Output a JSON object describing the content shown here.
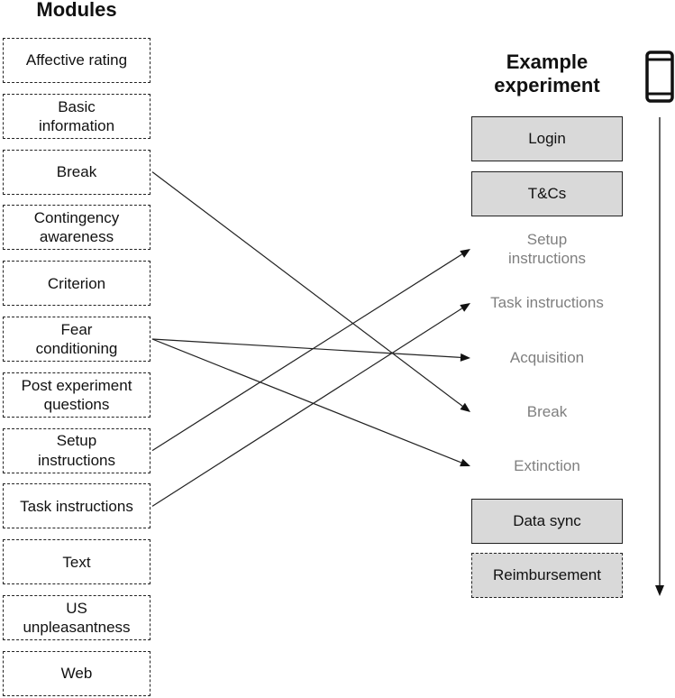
{
  "modules_title": "Modules",
  "experiment_title": "Example\nexperiment",
  "modules": [
    "Affective rating",
    "Basic\ninformation",
    "Break",
    "Contingency\nawareness",
    "Criterion",
    "Fear\nconditioning",
    "Post experiment\nquestions",
    "Setup\ninstructions",
    "Task instructions",
    "Text",
    "US\nunpleasantness",
    "Web"
  ],
  "experiment_steps": [
    {
      "label": "Login",
      "style": "solid"
    },
    {
      "label": "T&Cs",
      "style": "solid"
    },
    {
      "label": "Setup\ninstructions",
      "style": "plain"
    },
    {
      "label": "Task instructions",
      "style": "plain"
    },
    {
      "label": "Acquisition",
      "style": "plain"
    },
    {
      "label": "Break",
      "style": "plain"
    },
    {
      "label": "Extinction",
      "style": "plain"
    },
    {
      "label": "Data sync",
      "style": "solid"
    },
    {
      "label": "Reimbursement",
      "style": "dashed"
    }
  ],
  "links": [
    {
      "from": "Break",
      "to": "Break"
    },
    {
      "from": "Fear\nconditioning",
      "to": "Acquisition"
    },
    {
      "from": "Fear\nconditioning",
      "to": "Extinction"
    },
    {
      "from": "Setup\ninstructions",
      "to": "Setup\ninstructions"
    },
    {
      "from": "Task instructions",
      "to": "Task instructions"
    }
  ],
  "icons": {
    "device": "smartphone-icon"
  },
  "colors": {
    "step_fill": "#d9d9d9",
    "inactive_text": "#7f7f7f",
    "line": "#222222"
  }
}
